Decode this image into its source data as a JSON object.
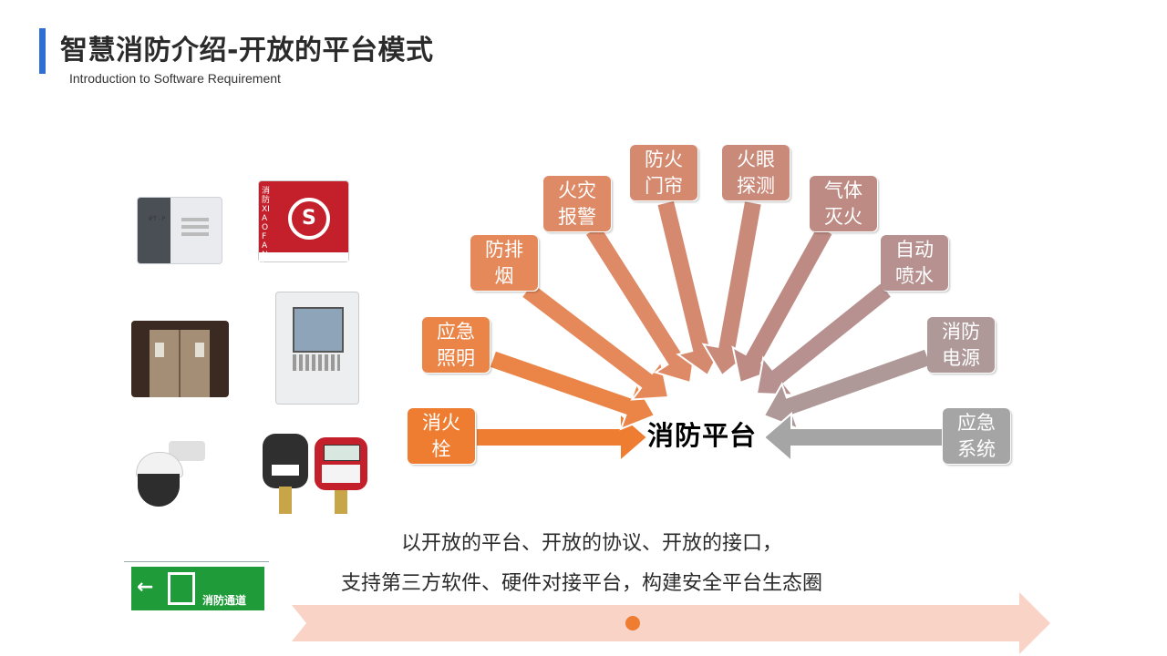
{
  "header": {
    "title": "智慧消防介绍-开放的平台模式",
    "subtitle": "Introduction to Software Requirement"
  },
  "diagram": {
    "center": "消防平台",
    "nodes": [
      {
        "label": "消火栓",
        "color": "#ef7d31"
      },
      {
        "label": "应急照明",
        "color": "#eb8447"
      },
      {
        "label": "防排烟",
        "color": "#e6895a"
      },
      {
        "label": "火灾报警",
        "color": "#de8a66"
      },
      {
        "label": "防火门帘",
        "color": "#d58a70"
      },
      {
        "label": "火眼探测",
        "color": "#c98a7a"
      },
      {
        "label": "气体灭火",
        "color": "#bd8b84"
      },
      {
        "label": "自动喷水",
        "color": "#b69190"
      },
      {
        "label": "消防电源",
        "color": "#ae9898"
      },
      {
        "label": "应急系统",
        "color": "#a5a5a5"
      }
    ]
  },
  "slogan": {
    "line1": "以开放的平台、开放的协议、开放的接口，",
    "line2": "支持第三方软件、硬件对接平台，构建安全平台生态圈"
  },
  "devices": {
    "panel_text": "IFT - P",
    "logo_text": "消防 XIAOFANG",
    "exit_sign": "消防通道"
  },
  "colors": {
    "accent": "#2f6fd4",
    "band": "#f8d3c6",
    "dot": "#ef7d31"
  }
}
